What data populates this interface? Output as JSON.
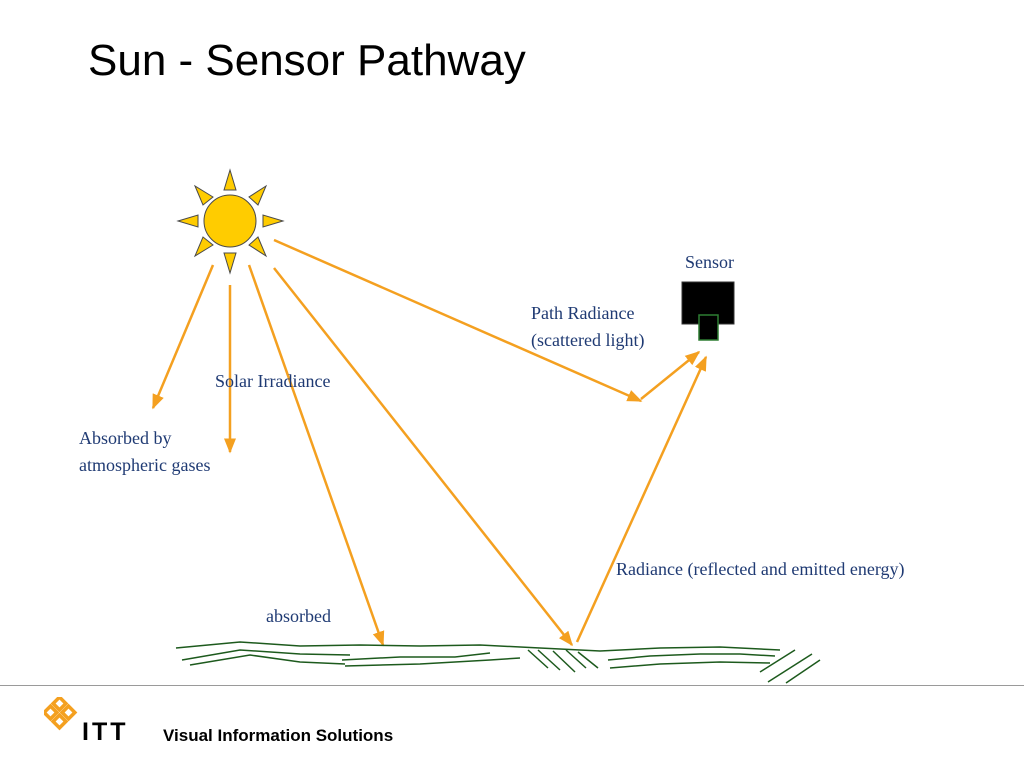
{
  "slide": {
    "title": "Sun - Sensor Pathway"
  },
  "labels": {
    "sensor": "Sensor",
    "path_radiance_line1": "Path Radiance",
    "path_radiance_line2": "(scattered light)",
    "solar_irradiance": "Solar Irradiance",
    "absorbed_gases_line1": "Absorbed by",
    "absorbed_gases_line2": "atmospheric gases",
    "absorbed": "absorbed",
    "radiance": "Radiance (reflected and emitted energy)"
  },
  "footer": {
    "brand": "ITT",
    "tagline": "Visual Information Solutions"
  },
  "colors": {
    "arrow": "#f4a020",
    "sun_fill": "#ffcc00",
    "sun_outline": "#4a4a4a",
    "label_text": "#1f3a73",
    "ground": "#1d5a1d",
    "sensor_body": "#000000",
    "sensor_lens_border": "#2e7d32",
    "logo": "#f4a020"
  },
  "icons": {
    "sun": "sun-icon",
    "sensor": "sensor-icon",
    "logo": "itt-logo-icon"
  }
}
